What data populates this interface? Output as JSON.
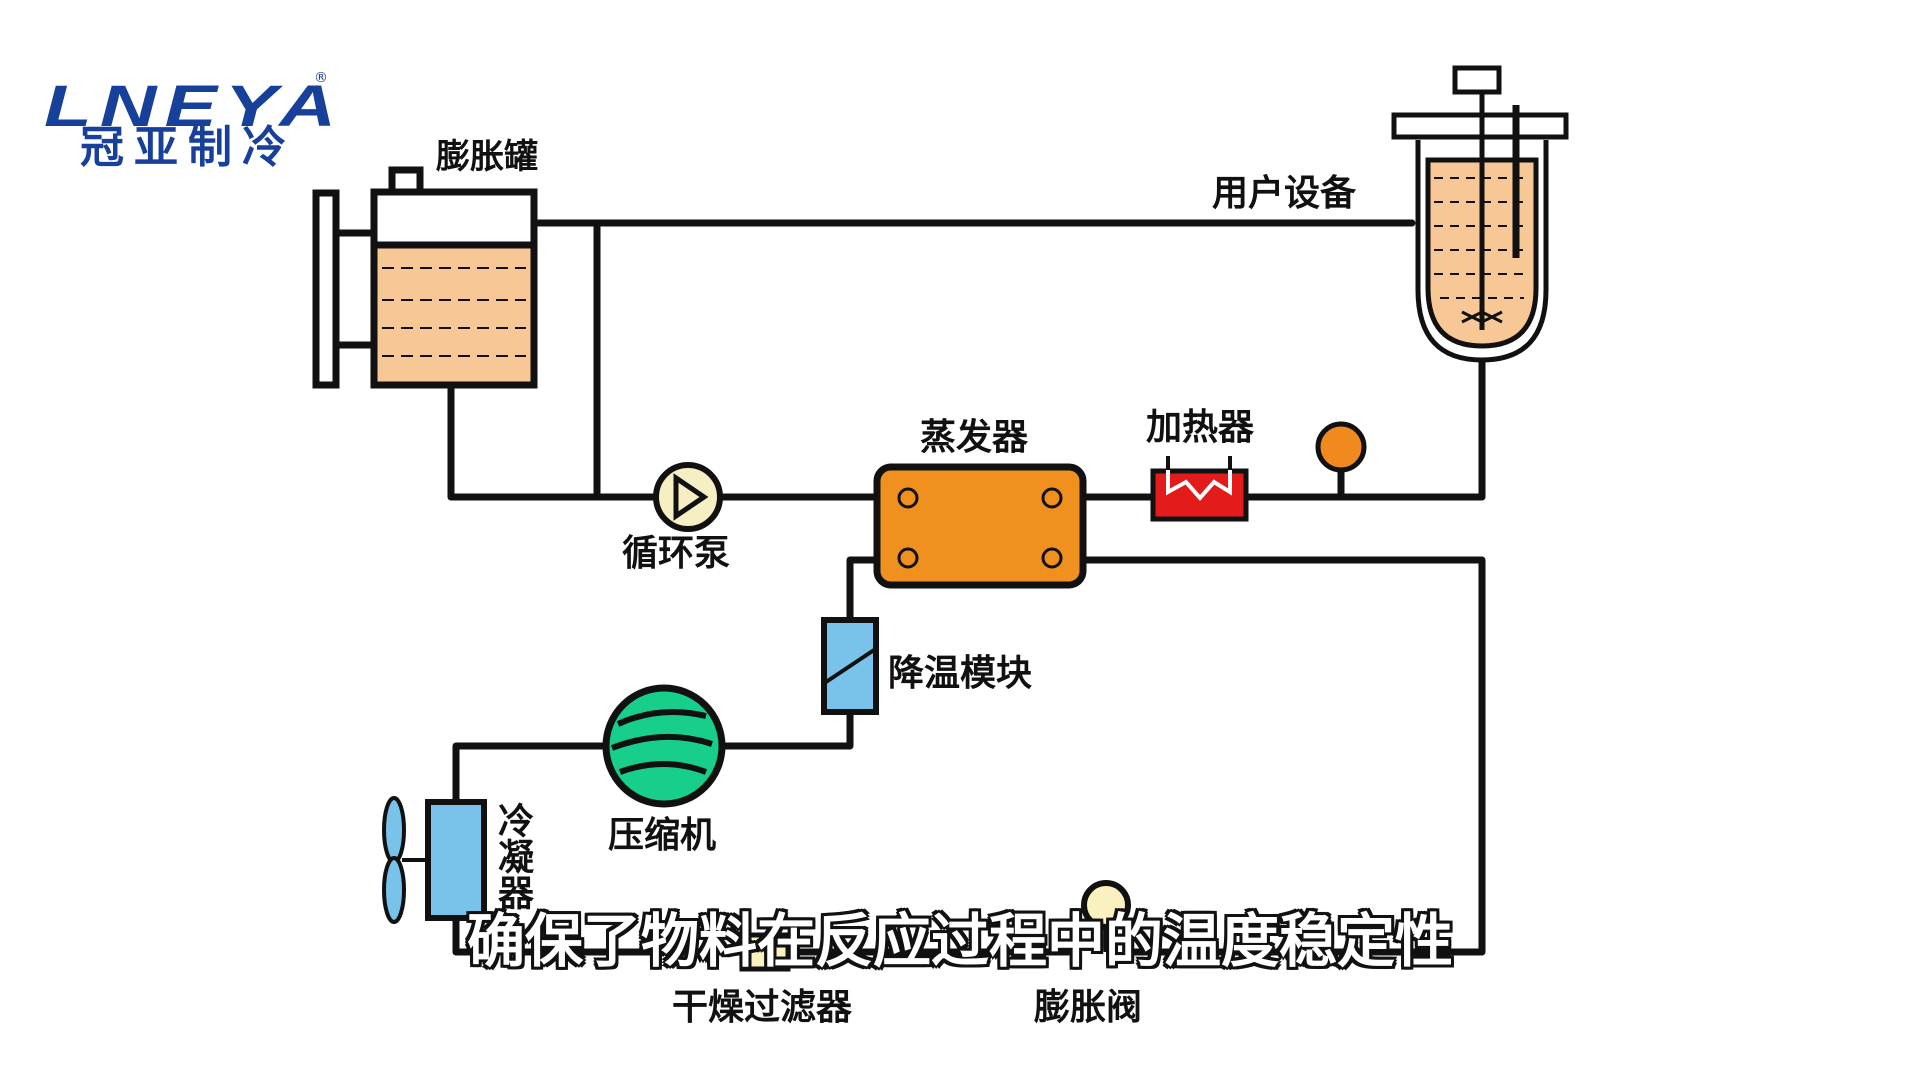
{
  "logo": {
    "wordmark": "LNEYA",
    "registered": "®",
    "chinese": "冠亚制冷"
  },
  "labels": {
    "expansion_tank": "膨胀罐",
    "user_equipment": "用户设备",
    "evaporator": "蒸发器",
    "heater": "加热器",
    "circulation_pump": "循环泵",
    "cooling_module": "降温模块",
    "compressor": "压缩机",
    "condenser": "冷凝器",
    "dry_filter": "干燥过滤器",
    "expansion_valve": "膨胀阀"
  },
  "subtitle": "确保了物料在反应过程中的温度稳定性",
  "colors": {
    "line": "#111111",
    "tank_fluid": "#f7c896",
    "evaporator": "#f0911f",
    "heater": "#e31b1b",
    "gauge": "#f08a1e",
    "module": "#79c3ea",
    "compressor": "#17cf8a",
    "pump": "#f6efc4",
    "valve": "#fbf0c0",
    "logo": "#17409a"
  }
}
